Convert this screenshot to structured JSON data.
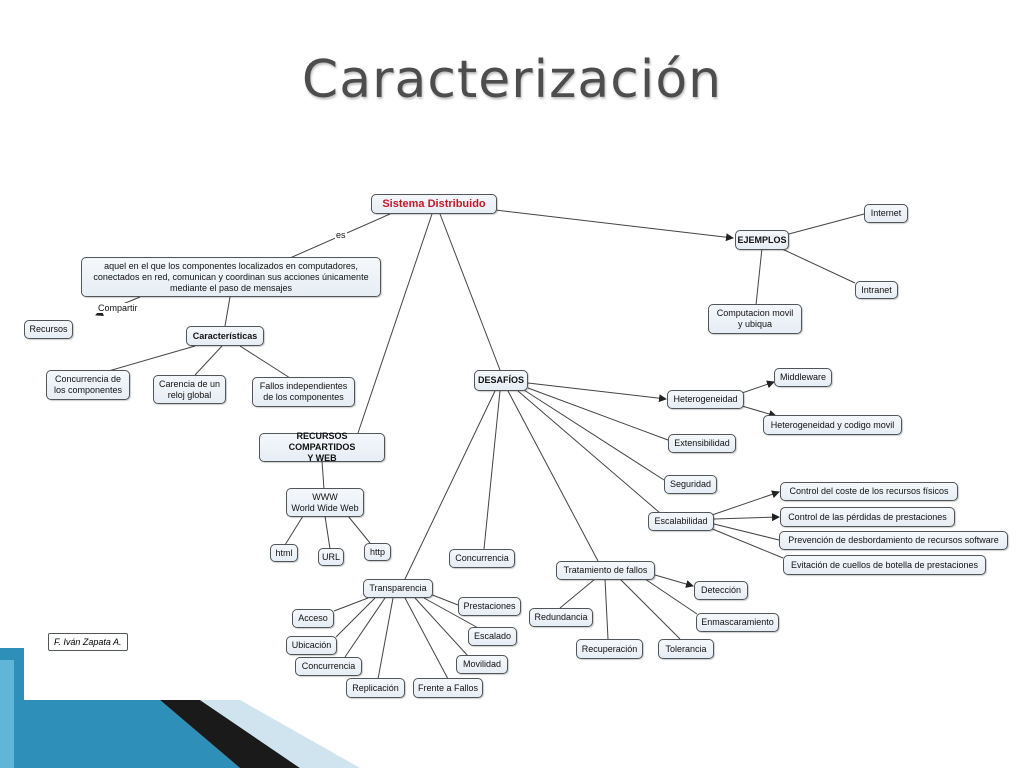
{
  "title": "Caracterización",
  "author": "F. Iván Zapata A.",
  "link_labels": {
    "es": "es",
    "compartir": "Compartir"
  },
  "nodes": {
    "root": "Sistema Distribuido",
    "definition": "aquel en el que los componentes localizados en computadores,\nconectados en red, comunican y coordinan sus acciones únicamente\nmediante el paso de mensajes",
    "recursos": "Recursos",
    "caracteristicas": "Características",
    "concurrencia_comp": "Concurrencia de\nlos componentes",
    "carencia_reloj": "Carencia de un\nreloj global",
    "fallos_indep": "Fallos independientes\nde los componentes",
    "ejemplos": "EJEMPLOS",
    "internet": "Internet",
    "intranet": "Intranet",
    "computacion_movil": "Computacion movil\ny ubiqua",
    "recursos_web": "RECURSOS COMPARTIDOS\nY WEB",
    "www": "WWW\nWorld Wide Web",
    "html": "html",
    "url": "URL",
    "http": "http",
    "desafios": "DESAFÍOS",
    "middleware": "Middleware",
    "heterogeneidad": "Heterogeneidad",
    "hetero_movil": "Heterogeneidad y codigo movil",
    "extensibilidad": "Extensibilidad",
    "seguridad": "Seguridad",
    "escalabilidad": "Escalabilidad",
    "control_coste": "Control del coste de los recursos físicos",
    "control_perdidas": "Control de las pérdidas de prestaciones",
    "prevencion": "Prevención de desbordamiento de recursos software",
    "evitacion": "Evitación de cuellos de botella de prestaciones",
    "concurrencia": "Concurrencia",
    "tratamiento": "Tratamiento de fallos",
    "deteccion": "Detección",
    "enmascaramiento": "Enmascaramiento",
    "redundancia": "Redundancia",
    "recuperacion": "Recuperación",
    "tolerancia": "Tolerancia",
    "transparencia": "Transparencia",
    "acceso": "Acceso",
    "ubicacion": "Ubicación",
    "concurrencia_t": "Concurrencia",
    "replicacion": "Replicación",
    "frente_fallos": "Frente a Fallos",
    "movilidad": "Movilidad",
    "escalado": "Escalado",
    "prestaciones": "Prestaciones"
  },
  "colors": {
    "accent": "#c0182a",
    "line": "#444444",
    "decor_blue": "#2e8fb8",
    "decor_dark": "#1a1a1a"
  }
}
